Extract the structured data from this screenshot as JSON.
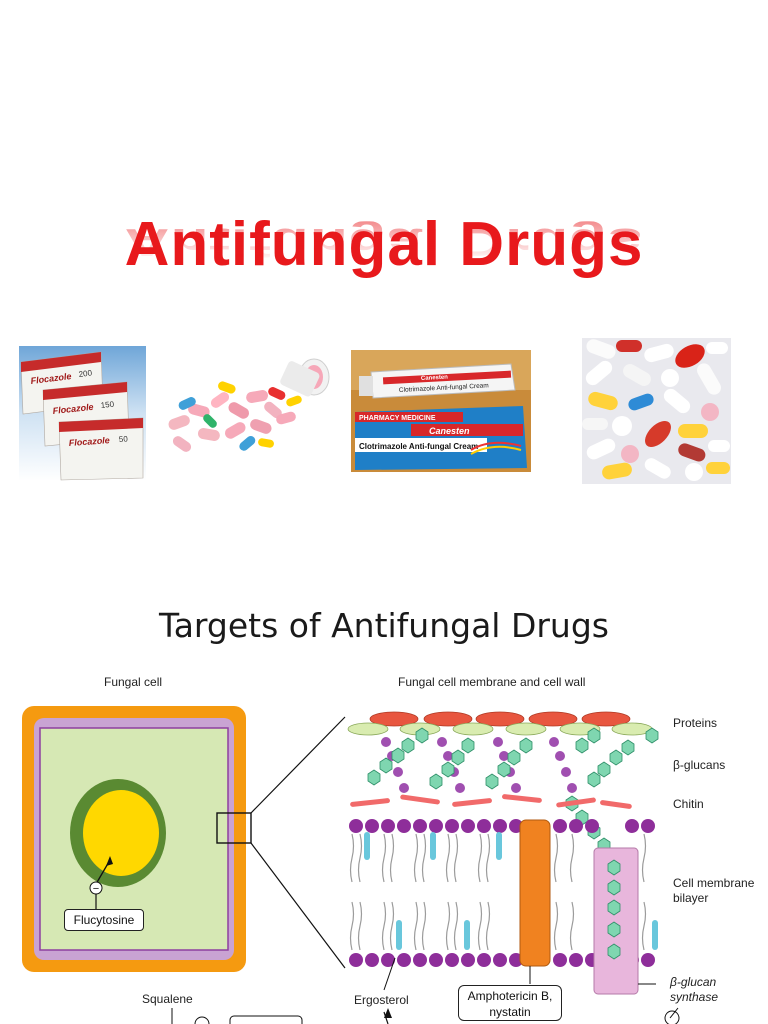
{
  "slide1": {
    "title": "Antifungal Drugs",
    "products": {
      "flocazole": {
        "brand": "Flocazole",
        "strengths": [
          "200",
          "150",
          "50"
        ]
      },
      "canesten": {
        "brand": "Canesten",
        "line1": "Clotrimazole Anti-fungal Cream",
        "banner": "PHARMACY MEDICINE",
        "cream_name": "Clotrimazole Anti-fungal Cream"
      }
    }
  },
  "slide2": {
    "title": "Targets of Antifungal Drugs",
    "left_heading": "Fungal cell",
    "right_heading": "Fungal cell membrane and cell wall",
    "labels": {
      "proteins": "Proteins",
      "glucans": "β-glucans",
      "chitin": "Chitin",
      "membrane": "Cell membrane bilayer",
      "flucytosine": "Flucytosine",
      "squalene": "Squalene",
      "ergosterol": "Ergosterol",
      "amphotericin": "Amphotericin B, nystatin",
      "synthase": "β-glucan synthase",
      "inhibit_symbol": "−"
    }
  },
  "colors": {
    "title_red": "#e8191c",
    "cell_wall_orange": "#f59a10",
    "cytoplasm_green": "#d6e8b4",
    "nucleus_ring": "#5a8a32",
    "nucleus_yellow": "#ffd800",
    "membrane_purple": "#8e3fa0",
    "glucan_green": "#7fd6b0",
    "channel_orange": "#f08220",
    "synthase_pink": "#e8b6dc"
  }
}
